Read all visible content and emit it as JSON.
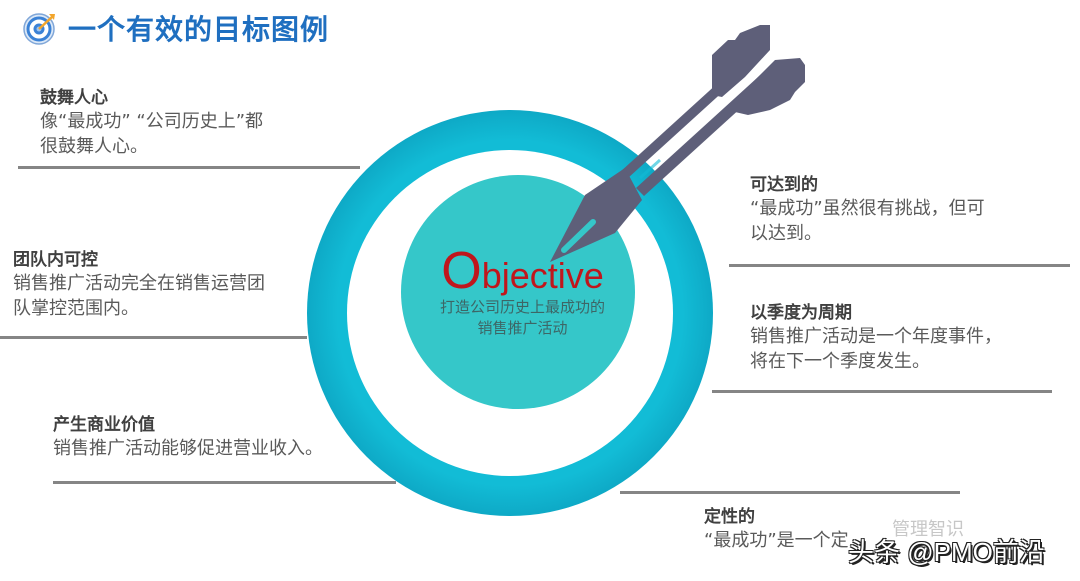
{
  "header": {
    "title": "一个有效的目标图例",
    "icon": "target-icon"
  },
  "center": {
    "objective_first": "O",
    "objective_rest": "bjective",
    "subtitle": "打造公司历史上最成功的\n销售推广活动"
  },
  "blocks": [
    {
      "side": "left",
      "head": "鼓舞人心",
      "body": "像“最成功”  “公司历史上”都\n很鼓舞人心。"
    },
    {
      "side": "left",
      "head": "团队内可控",
      "body": "销售推广活动完全在销售运营团\n队掌控范围内。"
    },
    {
      "side": "left",
      "head": "产生商业价值",
      "body": "销售推广活动能够促进营业收入。"
    },
    {
      "side": "right",
      "head": "可达到的",
      "body": "  “最成功”虽然很有挑战，但可\n以达到。"
    },
    {
      "side": "right",
      "head": "以季度为周期",
      "body": "销售推广活动是一个年度事件，\n将在下一个季度发生。"
    },
    {
      "side": "right",
      "head": "定性的",
      "body": "  “最成功”是一个定"
    }
  ],
  "watermarks": {
    "wechat": "管理智识",
    "toutiao": "头条 @PMO前沿"
  },
  "colors": {
    "title": "#1f6fc0",
    "outer_ring": "#12bcd6",
    "inner_disc": "#35c7c9",
    "arrow": "#5e5f79",
    "objective": "#c0161c",
    "rule": "#858585"
  }
}
